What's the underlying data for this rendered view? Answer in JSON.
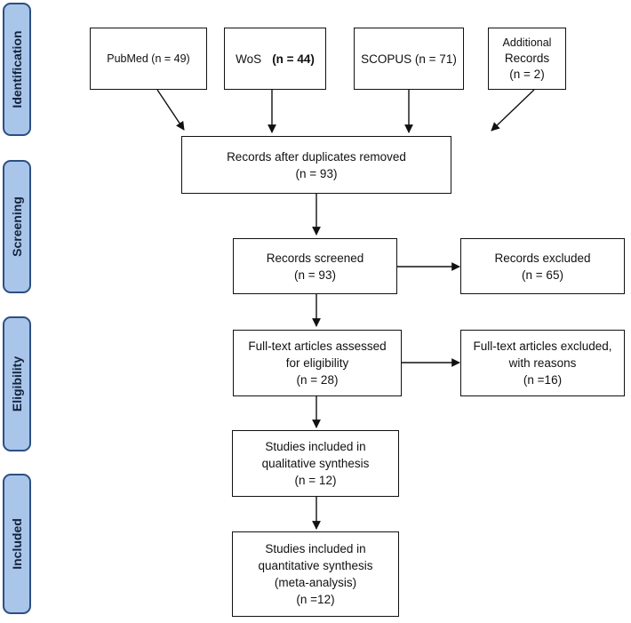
{
  "phases": {
    "identification": "Identification",
    "screening": "Screening",
    "eligibility": "Eligibility",
    "included": "Included"
  },
  "sources": {
    "pubmed": "PubMed (n = 49)",
    "wos_name": "WoS",
    "wos_count": "(n = 44)",
    "scopus": "SCOPUS (n = 71)",
    "additional_line1": "Additional",
    "additional_line2": "Records",
    "additional_line3": "(n = 2)"
  },
  "after_duplicates": {
    "line1": "Records after duplicates removed",
    "line2": "(n = 93)"
  },
  "screened": {
    "line1": "Records screened",
    "line2": "(n = 93)"
  },
  "excluded": {
    "line1": "Records excluded",
    "line2": "(n = 65)"
  },
  "fulltext": {
    "line1": "Full-text articles assessed",
    "line2": "for eligibility",
    "line3": "(n = 28)"
  },
  "fulltext_excluded": {
    "line1": "Full-text articles excluded,",
    "line2": "with reasons",
    "line3": "(n =16)"
  },
  "qualitative": {
    "line1": "Studies included in",
    "line2": "qualitative synthesis",
    "line3": "(n = 12)"
  },
  "quantitative": {
    "line1": "Studies included in",
    "line2": "quantitative synthesis",
    "line3": "(meta-analysis)",
    "line4": "(n =12)"
  }
}
